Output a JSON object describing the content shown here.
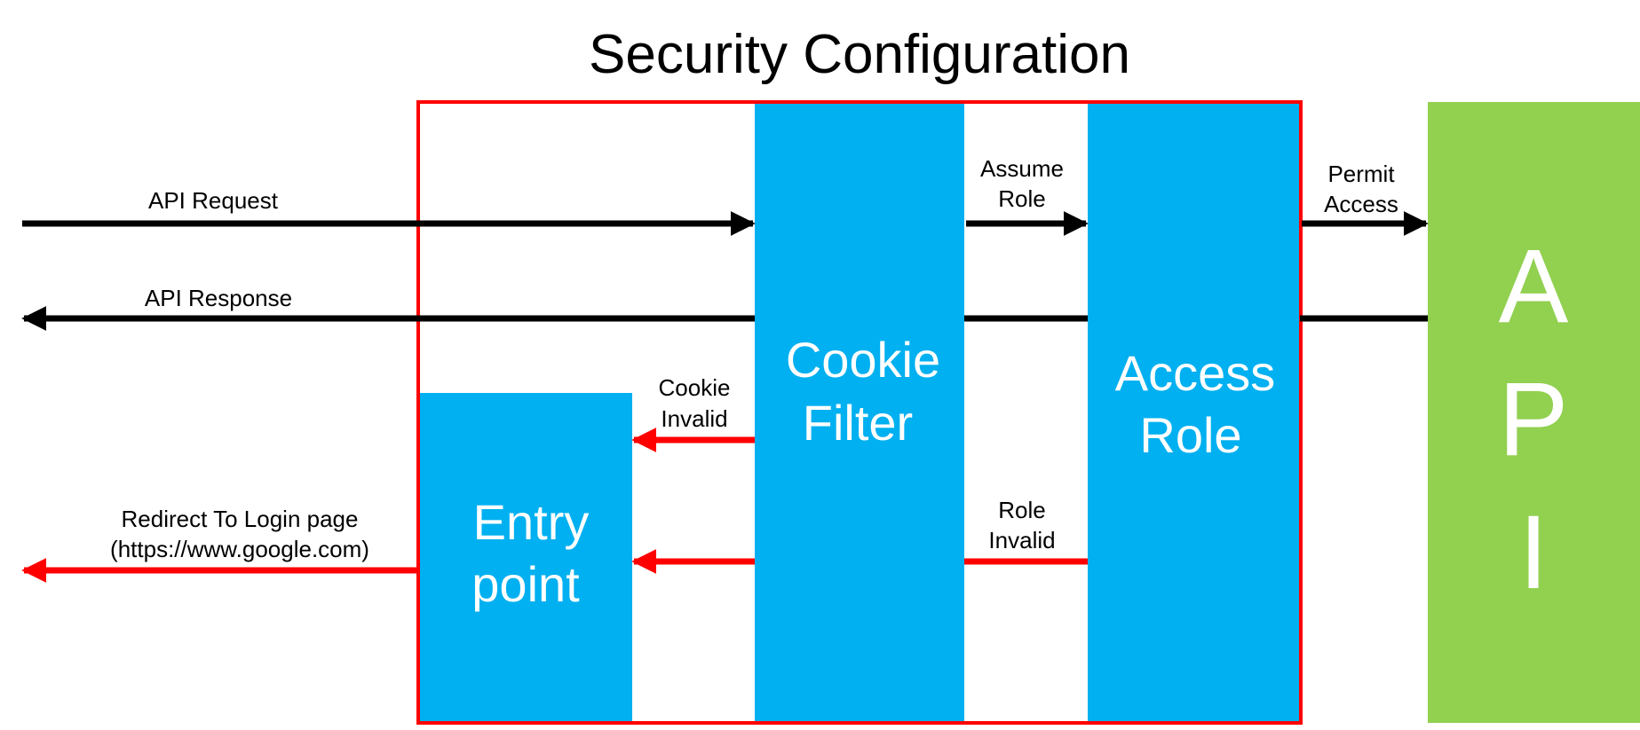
{
  "title": "Security Configuration",
  "colors": {
    "block_blue": "#00B0F0",
    "api_green": "#92D050",
    "boundary_red": "#FF0000",
    "arrow_black": "#000000",
    "arrow_red": "#FF0000",
    "block_text": "#FFFFFF"
  },
  "blocks": {
    "entry_point": {
      "line1": "Entry",
      "line2": "point"
    },
    "cookie_filter": {
      "line1": "Cookie",
      "line2": "Filter"
    },
    "access_role": {
      "line1": "Access",
      "line2": "Role"
    },
    "api": {
      "letter1": "A",
      "letter2": "P",
      "letter3": "I"
    }
  },
  "labels": {
    "api_request": "API Request",
    "api_response": "API Response",
    "assume_role": {
      "line1": "Assume",
      "line2": "Role"
    },
    "permit_access": {
      "line1": "Permit",
      "line2": "Access"
    },
    "cookie_invalid": {
      "line1": "Cookie",
      "line2": "Invalid"
    },
    "role_invalid": {
      "line1": "Role",
      "line2": "Invalid"
    },
    "redirect": {
      "line1": "Redirect To Login page",
      "line2": "(https://www.google.com)"
    }
  }
}
